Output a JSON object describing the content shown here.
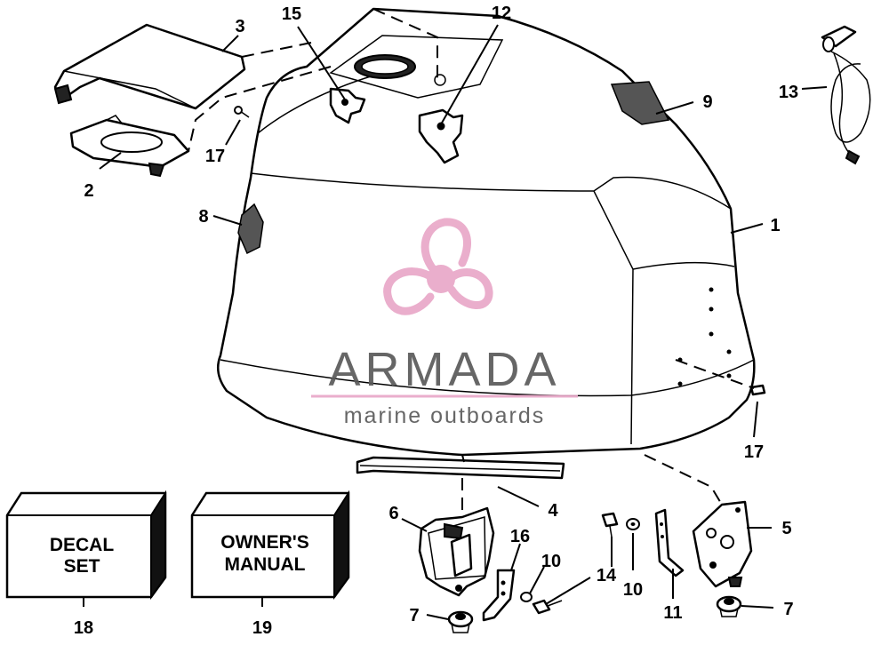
{
  "watermark": {
    "brand": "ARMADA",
    "tagline": "marine outboards",
    "accent_color": "#e9a8c8",
    "text_color": "#5a5a5a"
  },
  "callouts": [
    "1",
    "2",
    "3",
    "4",
    "5",
    "6",
    "7",
    "7",
    "8",
    "9",
    "10",
    "10",
    "11",
    "12",
    "13",
    "14",
    "15",
    "16",
    "17",
    "17",
    "18",
    "19"
  ],
  "boxes": {
    "decal": {
      "line1": "DECAL",
      "line2": "SET"
    },
    "manual": {
      "line1": "OWNER'S",
      "line2": "MANUAL"
    }
  }
}
